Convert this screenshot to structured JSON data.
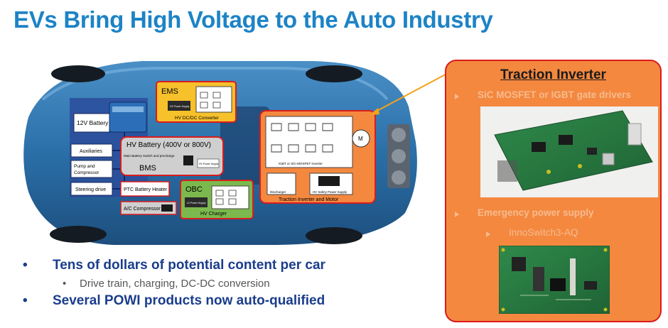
{
  "title": "EVs Bring High Voltage to the Auto Industry",
  "diagram": {
    "battery_12v": "12V Battery",
    "auxiliaries": "Auxiliaries",
    "pump_line1": "Pump and",
    "pump_line2": "Compressor",
    "steering": "Steering drive",
    "ems": "EMS",
    "ems_chip": "HV Power Supply",
    "ems_caption": "HV DC/DC Converter",
    "hv_battery": "HV Battery (400V or 800V)",
    "main_switch": "Main Battery Switch and precharge",
    "bms": "BMS",
    "hv_ps_small": "HV Power Supply",
    "ptc": "PTC Battery Heater",
    "ac": "A/C Compressor",
    "obc": "OBC",
    "obc_chip": "LV Power Supply",
    "obc_caption": "HV Charger",
    "igbt_caption": "IGBT or SiC-MOSFET inverter",
    "discharger": "Discharger",
    "hv_safety": "HV Safety Power Supply",
    "traction_caption": "Traction Inverter and Motor",
    "motor": "M"
  },
  "bullets": [
    {
      "text": "Tens of dollars of potential content per car",
      "level": 1
    },
    {
      "text": "Drive train, charging, DC-DC conversion",
      "level": 2
    },
    {
      "text": "Several POWI products now auto-qualified",
      "level": 1
    }
  ],
  "panel": {
    "title": "Traction Inverter",
    "item1": "SiC MOSFET or IGBT gate drivers",
    "item2": "Emergency power supply",
    "item3": "InnoSwitch3-AQ"
  },
  "bullet_glyph": "•",
  "colors": {
    "title": "#1d83c6",
    "bullet_text": "#1a3d8c",
    "panel_bg": "#f4883f",
    "panel_border": "#d91c1c",
    "ems_box": "#f7c12c",
    "obc_box": "#7bb94e",
    "traction_box": "#f4883f"
  }
}
